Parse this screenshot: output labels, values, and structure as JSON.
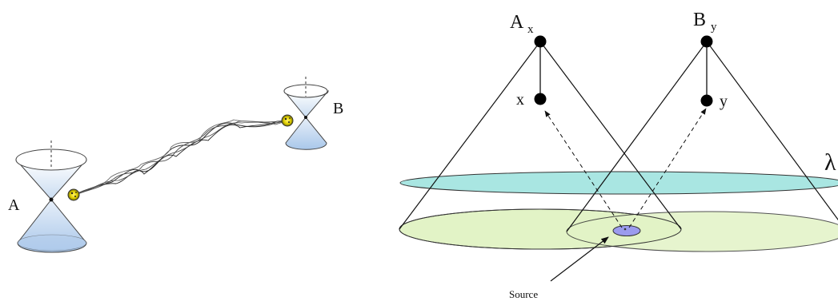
{
  "left_panel": {
    "label_a": "A",
    "label_b": "B"
  },
  "right_panel": {
    "label_ax_main": "A",
    "label_ax_sub": "x",
    "label_by_main": "B",
    "label_by_sub": "y",
    "label_x": "x",
    "label_y": "y",
    "label_lambda": "λ",
    "label_source": "Source"
  },
  "colors": {
    "cone_fill_light": "#ffffff",
    "cone_fill_blue": "#b9d2ee",
    "particle_yellow": "#e6d800",
    "ellipse_teal": "#a9e6e2",
    "ellipse_green": "#e1f3c3",
    "source_blue": "#9b9bee"
  }
}
